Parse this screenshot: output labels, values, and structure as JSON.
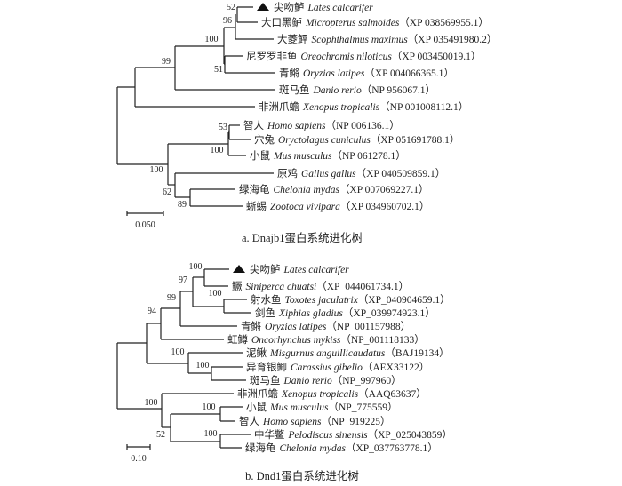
{
  "tree_a": {
    "leaves": [
      {
        "cn": "尖吻鲈",
        "latin": "Lates calcarifer",
        "acc": "",
        "marker": "triangle"
      },
      {
        "cn": "大口黑鲈",
        "latin": "Micropterus salmoides",
        "acc": "（XP 038569955.1）"
      },
      {
        "cn": "大菱鲆",
        "latin": "Scophthalmus maximus",
        "acc": "（XP 035491980.2）"
      },
      {
        "cn": "尼罗罗非鱼",
        "latin": "Oreochromis niloticus",
        "acc": "（XP 003450019.1）"
      },
      {
        "cn": "青鳉",
        "latin": "Oryzias latipes",
        "acc": "（XP 004066365.1）"
      },
      {
        "cn": "斑马鱼",
        "latin": "Danio rerio",
        "acc": "（NP 956067.1）"
      },
      {
        "cn": "非洲爪蟾",
        "latin": "Xenopus tropicalis",
        "acc": "（NP 001008112.1）"
      },
      {
        "cn": "智人",
        "latin": "Homo sapiens",
        "acc": "（NP 006136.1）"
      },
      {
        "cn": "穴兔",
        "latin": "Oryctolagus cuniculus",
        "acc": "（XP 051691788.1）"
      },
      {
        "cn": "小鼠",
        "latin": "Mus musculus",
        "acc": "（NP 061278.1）"
      },
      {
        "cn": "原鸡",
        "latin": "Gallus gallus",
        "acc": "（XP 040509859.1）"
      },
      {
        "cn": "绿海龟",
        "latin": "Chelonia mydas",
        "acc": "（XP 007069227.1）"
      },
      {
        "cn": "蜥蜴",
        "latin": "Zootoca vivipara",
        "acc": "（XP 034960702.1）"
      }
    ],
    "bootstrap": [
      "52",
      "96",
      "100",
      "51",
      "99",
      "53",
      "100",
      "100",
      "62",
      "89"
    ],
    "scale_label": "0.050",
    "caption": "a.  Dnajb1蛋白系统进化树"
  },
  "tree_b": {
    "leaves": [
      {
        "cn": "尖吻鲈",
        "latin": "Lates calcarifer",
        "acc": "",
        "marker": "triangle"
      },
      {
        "cn": "鳜",
        "latin": "Siniperca chuatsi",
        "acc": "（XP_044061734.1）"
      },
      {
        "cn": "射水鱼",
        "latin": "Toxotes jaculatrix",
        "acc": "（XP_040904659.1）"
      },
      {
        "cn": "剑鱼",
        "latin": "Xiphias gladius",
        "acc": "（XP_039974923.1）"
      },
      {
        "cn": "青鳉",
        "latin": "Oryzias latipes",
        "acc": "（NP_001157988）"
      },
      {
        "cn": "虹鳟",
        "latin": "Oncorhynchus mykiss",
        "acc": "（NP_001118133）"
      },
      {
        "cn": "泥鳅",
        "latin": "Misgurnus anguillicaudatus",
        "acc": "（BAJ19134）"
      },
      {
        "cn": "异育银鲫",
        "latin": "Carassius gibelio",
        "acc": "（AEX33122）"
      },
      {
        "cn": "斑马鱼",
        "latin": "Danio rerio",
        "acc": "（NP_997960）"
      },
      {
        "cn": "非洲爪蟾",
        "latin": "Xenopus tropicalis",
        "acc": "（AAQ63637）"
      },
      {
        "cn": "小鼠",
        "latin": "Mus musculus",
        "acc": "（NP_775559）"
      },
      {
        "cn": "智人",
        "latin": "Homo sapiens",
        "acc": "（NP_919225）"
      },
      {
        "cn": "中华鳖",
        "latin": "Pelodiscus sinensis",
        "acc": "（XP_025043859）"
      },
      {
        "cn": "绿海龟",
        "latin": "Chelonia mydas",
        "acc": "（XP_037763778.1）"
      }
    ],
    "bootstrap": [
      "100",
      "97",
      "100",
      "99",
      "94",
      "100",
      "100",
      "100",
      "100",
      "52",
      "100"
    ],
    "scale_label": "0.10",
    "caption": "b.  Dnd1蛋白系统进化树"
  }
}
